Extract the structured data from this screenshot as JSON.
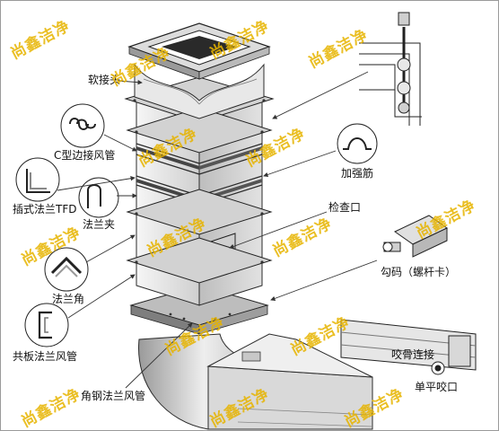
{
  "labels": {
    "soft_joint": "软接头",
    "c_type_duct": "C型边接风管",
    "insert_flange": "插式法兰TFD",
    "flange_clip": "法兰夹",
    "flange_corner": "法兰角",
    "common_board_duct": "共板法兰风管",
    "angle_steel_duct": "角钢法兰风管",
    "stiffener": "加强筋",
    "inspection_port": "检查口",
    "hook_clamp": "勾码（螺杆卡）",
    "snap_seam": "咬骨连接",
    "single_flat_seam": "单平咬口"
  },
  "watermark": {
    "text": "尚鑫洁净",
    "color": "#e7b400"
  },
  "colors": {
    "duct_light": "#eeeeee",
    "duct_mid": "#cfcfcf",
    "duct_dark": "#8c8c8c",
    "outline": "#2b2b2b",
    "leader": "#333333"
  }
}
